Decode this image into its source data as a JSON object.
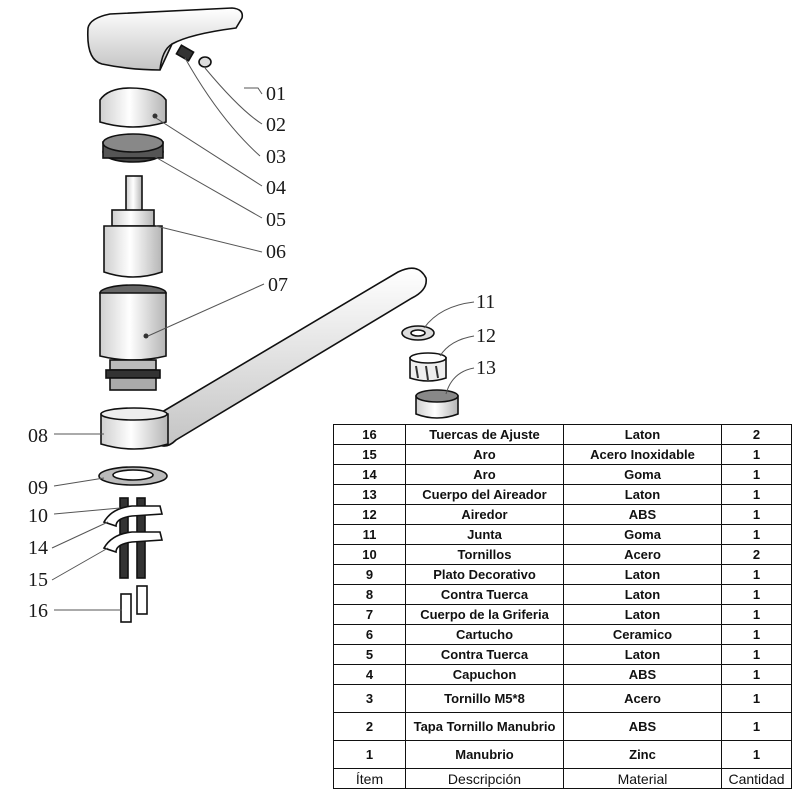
{
  "callouts": [
    "01",
    "02",
    "03",
    "04",
    "05",
    "06",
    "07",
    "08",
    "09",
    "10",
    "14",
    "15",
    "16",
    "11",
    "12",
    "13"
  ],
  "table": {
    "header": {
      "item": "Ítem",
      "description": "Descripción",
      "material": "Material",
      "quantity": "Cantidad"
    },
    "rows": [
      {
        "item": "16",
        "description": "Tuercas de Ajuste",
        "material": "Laton",
        "quantity": "2"
      },
      {
        "item": "15",
        "description": "Aro",
        "material": "Acero Inoxidable",
        "quantity": "1"
      },
      {
        "item": "14",
        "description": "Aro",
        "material": "Goma",
        "quantity": "1"
      },
      {
        "item": "13",
        "description": "Cuerpo del Aireador",
        "material": "Laton",
        "quantity": "1"
      },
      {
        "item": "12",
        "description": "Airedor",
        "material": "ABS",
        "quantity": "1"
      },
      {
        "item": "11",
        "description": "Junta",
        "material": "Goma",
        "quantity": "1"
      },
      {
        "item": "10",
        "description": "Tornillos",
        "material": "Acero",
        "quantity": "2"
      },
      {
        "item": "9",
        "description": "Plato Decorativo",
        "material": "Laton",
        "quantity": "1"
      },
      {
        "item": "8",
        "description": "Contra Tuerca",
        "material": "Laton",
        "quantity": "1"
      },
      {
        "item": "7",
        "description": "Cuerpo de la Griferia",
        "material": "Laton",
        "quantity": "1"
      },
      {
        "item": "6",
        "description": "Cartucho",
        "material": "Ceramico",
        "quantity": "1"
      },
      {
        "item": "5",
        "description": "Contra Tuerca",
        "material": "Laton",
        "quantity": "1"
      },
      {
        "item": "4",
        "description": "Capuchon",
        "material": "ABS",
        "quantity": "1"
      },
      {
        "item": "3",
        "description": "Tornillo M5*8",
        "material": "Acero",
        "quantity": "1"
      },
      {
        "item": "2",
        "description": "Tapa Tornillo Manubrio",
        "material": "ABS",
        "quantity": "1"
      },
      {
        "item": "1",
        "description": "Manubrio",
        "material": "Zinc",
        "quantity": "1"
      }
    ]
  }
}
